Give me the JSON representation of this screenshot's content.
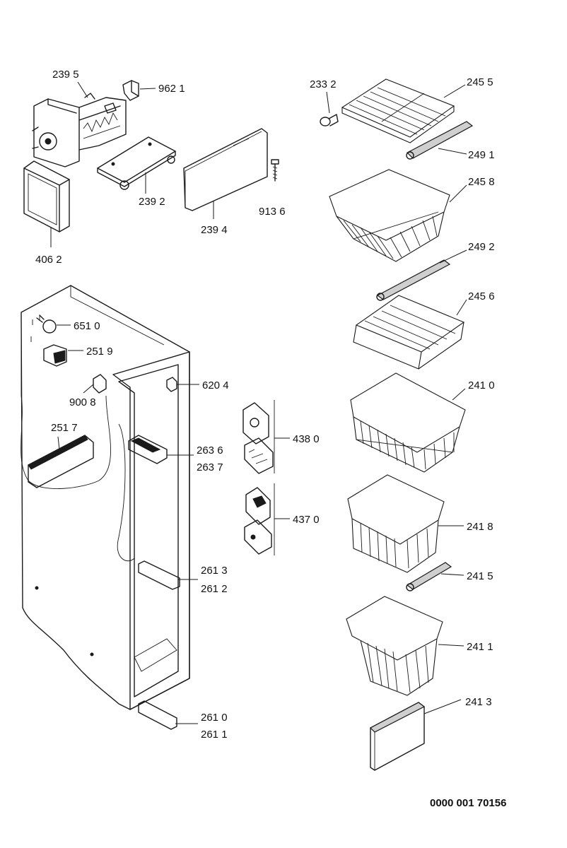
{
  "labels": {
    "l2395": "239 5",
    "l9621": "962 1",
    "l2392": "239 2",
    "l2394": "239 4",
    "l9136": "913 6",
    "l4062": "406 2",
    "l2332": "233 2",
    "l2455": "245 5",
    "l2491": "249 1",
    "l2458": "245 8",
    "l2492": "249 2",
    "l2456": "245 6",
    "l6510": "651 0",
    "l2519": "251 9",
    "l9008": "900 8",
    "l2517": "251 7",
    "l6204": "620 4",
    "l2636": "263 6",
    "l2637": "263 7",
    "l4380": "438 0",
    "l4370": "437 0",
    "l2613": "261 3",
    "l2612": "261 2",
    "l2610": "261 0",
    "l2611": "261 1",
    "l2410": "241 0",
    "l2418": "241 8",
    "l2415": "241 5",
    "l2411": "241 1",
    "l2413": "241 3"
  },
  "drawing_code": "0000 001 70156"
}
